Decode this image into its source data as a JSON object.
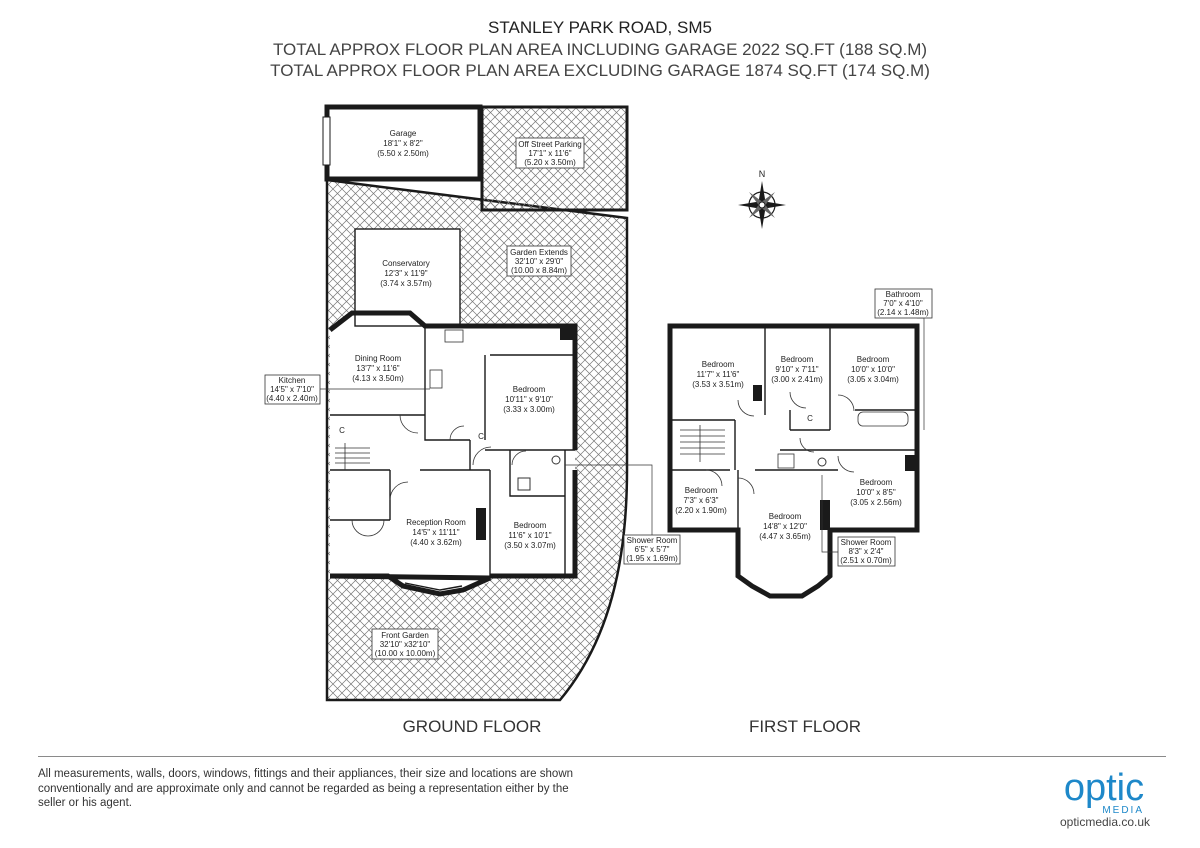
{
  "header": {
    "address": "STANLEY PARK ROAD, SM5",
    "area_incl": "TOTAL APPROX FLOOR PLAN AREA INCLUDING GARAGE 2022 SQ.FT (188 SQ.M)",
    "area_excl": "TOTAL APPROX FLOOR PLAN AREA EXCLUDING GARAGE 1874 SQ.FT (174 SQ.M)"
  },
  "ground_floor": {
    "label": "GROUND FLOOR",
    "rooms": [
      {
        "name": "Garage",
        "imperial": "18'1\" x 8'2\"",
        "metric": "(5.50 x 2.50m)"
      },
      {
        "name": "Off Street Parking",
        "imperial": "17'1\" x 11'6\"",
        "metric": "(5.20 x 3.50m)"
      },
      {
        "name": "Garden Extends",
        "imperial": "32'10\" x 29'0\"",
        "metric": "(10.00 x 8.84m)"
      },
      {
        "name": "Conservatory",
        "imperial": "12'3\" x 11'9\"",
        "metric": "(3.74 x 3.57m)"
      },
      {
        "name": "Dining Room",
        "imperial": "13'7\" x 11'6\"",
        "metric": "(4.13 x 3.50m)"
      },
      {
        "name": "Kitchen",
        "imperial": "14'5\" x 7'10\"",
        "metric": "(4.40 x 2.40m)"
      },
      {
        "name": "Bedroom",
        "imperial": "10'11\" x 9'10\"",
        "metric": "(3.33 x 3.00m)"
      },
      {
        "name": "Reception Room",
        "imperial": "14'5\" x 11'11\"",
        "metric": "(4.40 x 3.62m)"
      },
      {
        "name": "Bedroom",
        "imperial": "11'6\" x 10'1\"",
        "metric": "(3.50 x 3.07m)"
      },
      {
        "name": "Shower Room",
        "imperial": "6'5\" x 5'7\"",
        "metric": "(1.95 x 1.69m)"
      },
      {
        "name": "Front Garden",
        "imperial": "32'10\" x32'10\"",
        "metric": "(10.00 x 10.00m)"
      }
    ],
    "cupboard_marks": [
      "C",
      "C"
    ]
  },
  "first_floor": {
    "label": "FIRST FLOOR",
    "rooms": [
      {
        "name": "Bathroom",
        "imperial": "7'0\" x 4'10\"",
        "metric": "(2.14 x 1.48m)"
      },
      {
        "name": "Bedroom",
        "imperial": "11'7\" x 11'6\"",
        "metric": "(3.53 x 3.51m)"
      },
      {
        "name": "Bedroom",
        "imperial": "9'10\" x 7'11\"",
        "metric": "(3.00 x 2.41m)"
      },
      {
        "name": "Bedroom",
        "imperial": "10'0\" x 10'0\"",
        "metric": "(3.05 x 3.04m)"
      },
      {
        "name": "Bedroom",
        "imperial": "7'3\" x 6'3\"",
        "metric": "(2.20 x 1.90m)"
      },
      {
        "name": "Bedroom",
        "imperial": "14'8\" x 12'0\"",
        "metric": "(4.47 x 3.65m)"
      },
      {
        "name": "Bedroom",
        "imperial": "10'0\" x 8'5\"",
        "metric": "(3.05 x 2.56m)"
      },
      {
        "name": "Shower Room",
        "imperial": "8'3\" x 2'4\"",
        "metric": "(2.51 x 0.70m)"
      }
    ],
    "cupboard_marks": [
      "C"
    ]
  },
  "compass": {
    "north_label": "N"
  },
  "footer": {
    "disclaimer": "All measurements, walls, doors, windows, fittings and their appliances, their size and locations are shown conventionally and are approximate only and cannot be regarded as being a representation either by the seller or his agent.",
    "logo_main": "optic",
    "logo_sub": "MEDIA",
    "website": "opticmedia.co.uk"
  },
  "colors": {
    "logo_blue": "#1e88c9",
    "wall": "#1a1a1a",
    "hatch": "#777777"
  }
}
